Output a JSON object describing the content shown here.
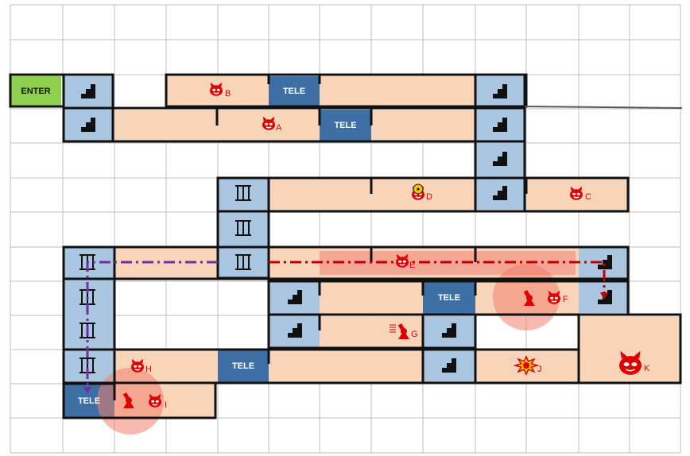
{
  "labels": {
    "enter": "ENTER",
    "tele": "TELE"
  },
  "enemies": [
    {
      "id": "A",
      "kind": "devil"
    },
    {
      "id": "B",
      "kind": "devil"
    },
    {
      "id": "C",
      "kind": "devil"
    },
    {
      "id": "D",
      "kind": "radiation-devil"
    },
    {
      "id": "E",
      "kind": "devil"
    },
    {
      "id": "F",
      "kind": "turret-devil"
    },
    {
      "id": "G",
      "kind": "turret"
    },
    {
      "id": "H",
      "kind": "devil"
    },
    {
      "id": "I",
      "kind": "turret-devil"
    },
    {
      "id": "J",
      "kind": "explosion"
    },
    {
      "id": "K",
      "kind": "big-devil"
    }
  ],
  "colors": {
    "room": "#f8d5b8",
    "stair": "#a9c5e0",
    "tele": "#3d6fa5",
    "enter": "#8fd14f",
    "enemy": "#e00000",
    "path_purple": "#7030a0",
    "path_red": "#c00000",
    "highlight": "#f08070"
  },
  "icons": [
    "stairs-icon",
    "elevator-icon",
    "devil-icon",
    "turret-icon",
    "radiation-icon",
    "explosion-icon"
  ]
}
